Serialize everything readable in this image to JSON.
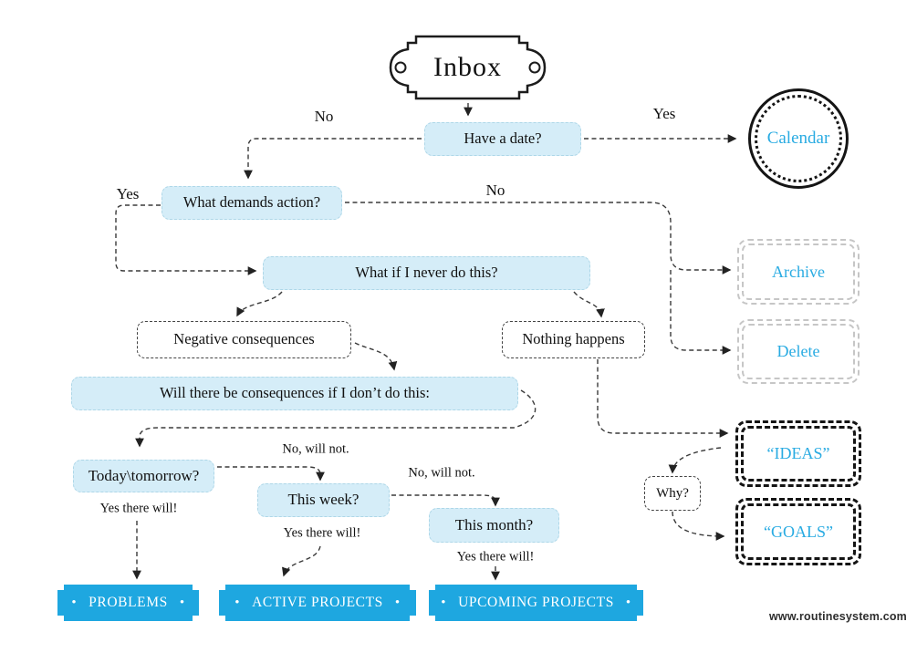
{
  "nodes": {
    "inbox": "Inbox",
    "have_a_date": "Have a date?",
    "calendar": "Calendar",
    "what_demands_action": "What demands action?",
    "what_if_never": "What if I never do this?",
    "negative_consequences": "Negative consequences",
    "nothing_happens": "Nothing happens",
    "will_there_be": "Will there be consequences if I don’t do this:",
    "today_tomorrow": "Today\\tomorrow?",
    "this_week": "This week?",
    "this_month": "This month?",
    "archive": "Archive",
    "delete": "Delete",
    "ideas": "“IDEAS”",
    "goals": "“GOALS”",
    "why": "Why?"
  },
  "terminals": {
    "problems": "PROBLEMS",
    "active_projects": "ACTIVE PROJECTS",
    "upcoming_projects": "UPCOMING PROJECTS"
  },
  "edge_labels": {
    "no_date": "No",
    "yes_date": "Yes",
    "yes_action": "Yes",
    "no_action": "No",
    "no_will_not_week": "No, will not.",
    "no_will_not_month": "No, will not.",
    "yes_there_will_today": "Yes there will!",
    "yes_there_will_week": "Yes there will!",
    "yes_there_will_month": "Yes there will!"
  },
  "decor": {
    "bullet": "•"
  },
  "footer": {
    "url": "www.routinesystem.com"
  },
  "colors": {
    "node_fill": "#d5edf8",
    "node_border": "#aed7e8",
    "accent_text": "#29abe2",
    "ribbon": "#1ea7e0",
    "line": "#3a3a3a",
    "gray_border": "#c6c6c6",
    "black_border": "#141414"
  }
}
